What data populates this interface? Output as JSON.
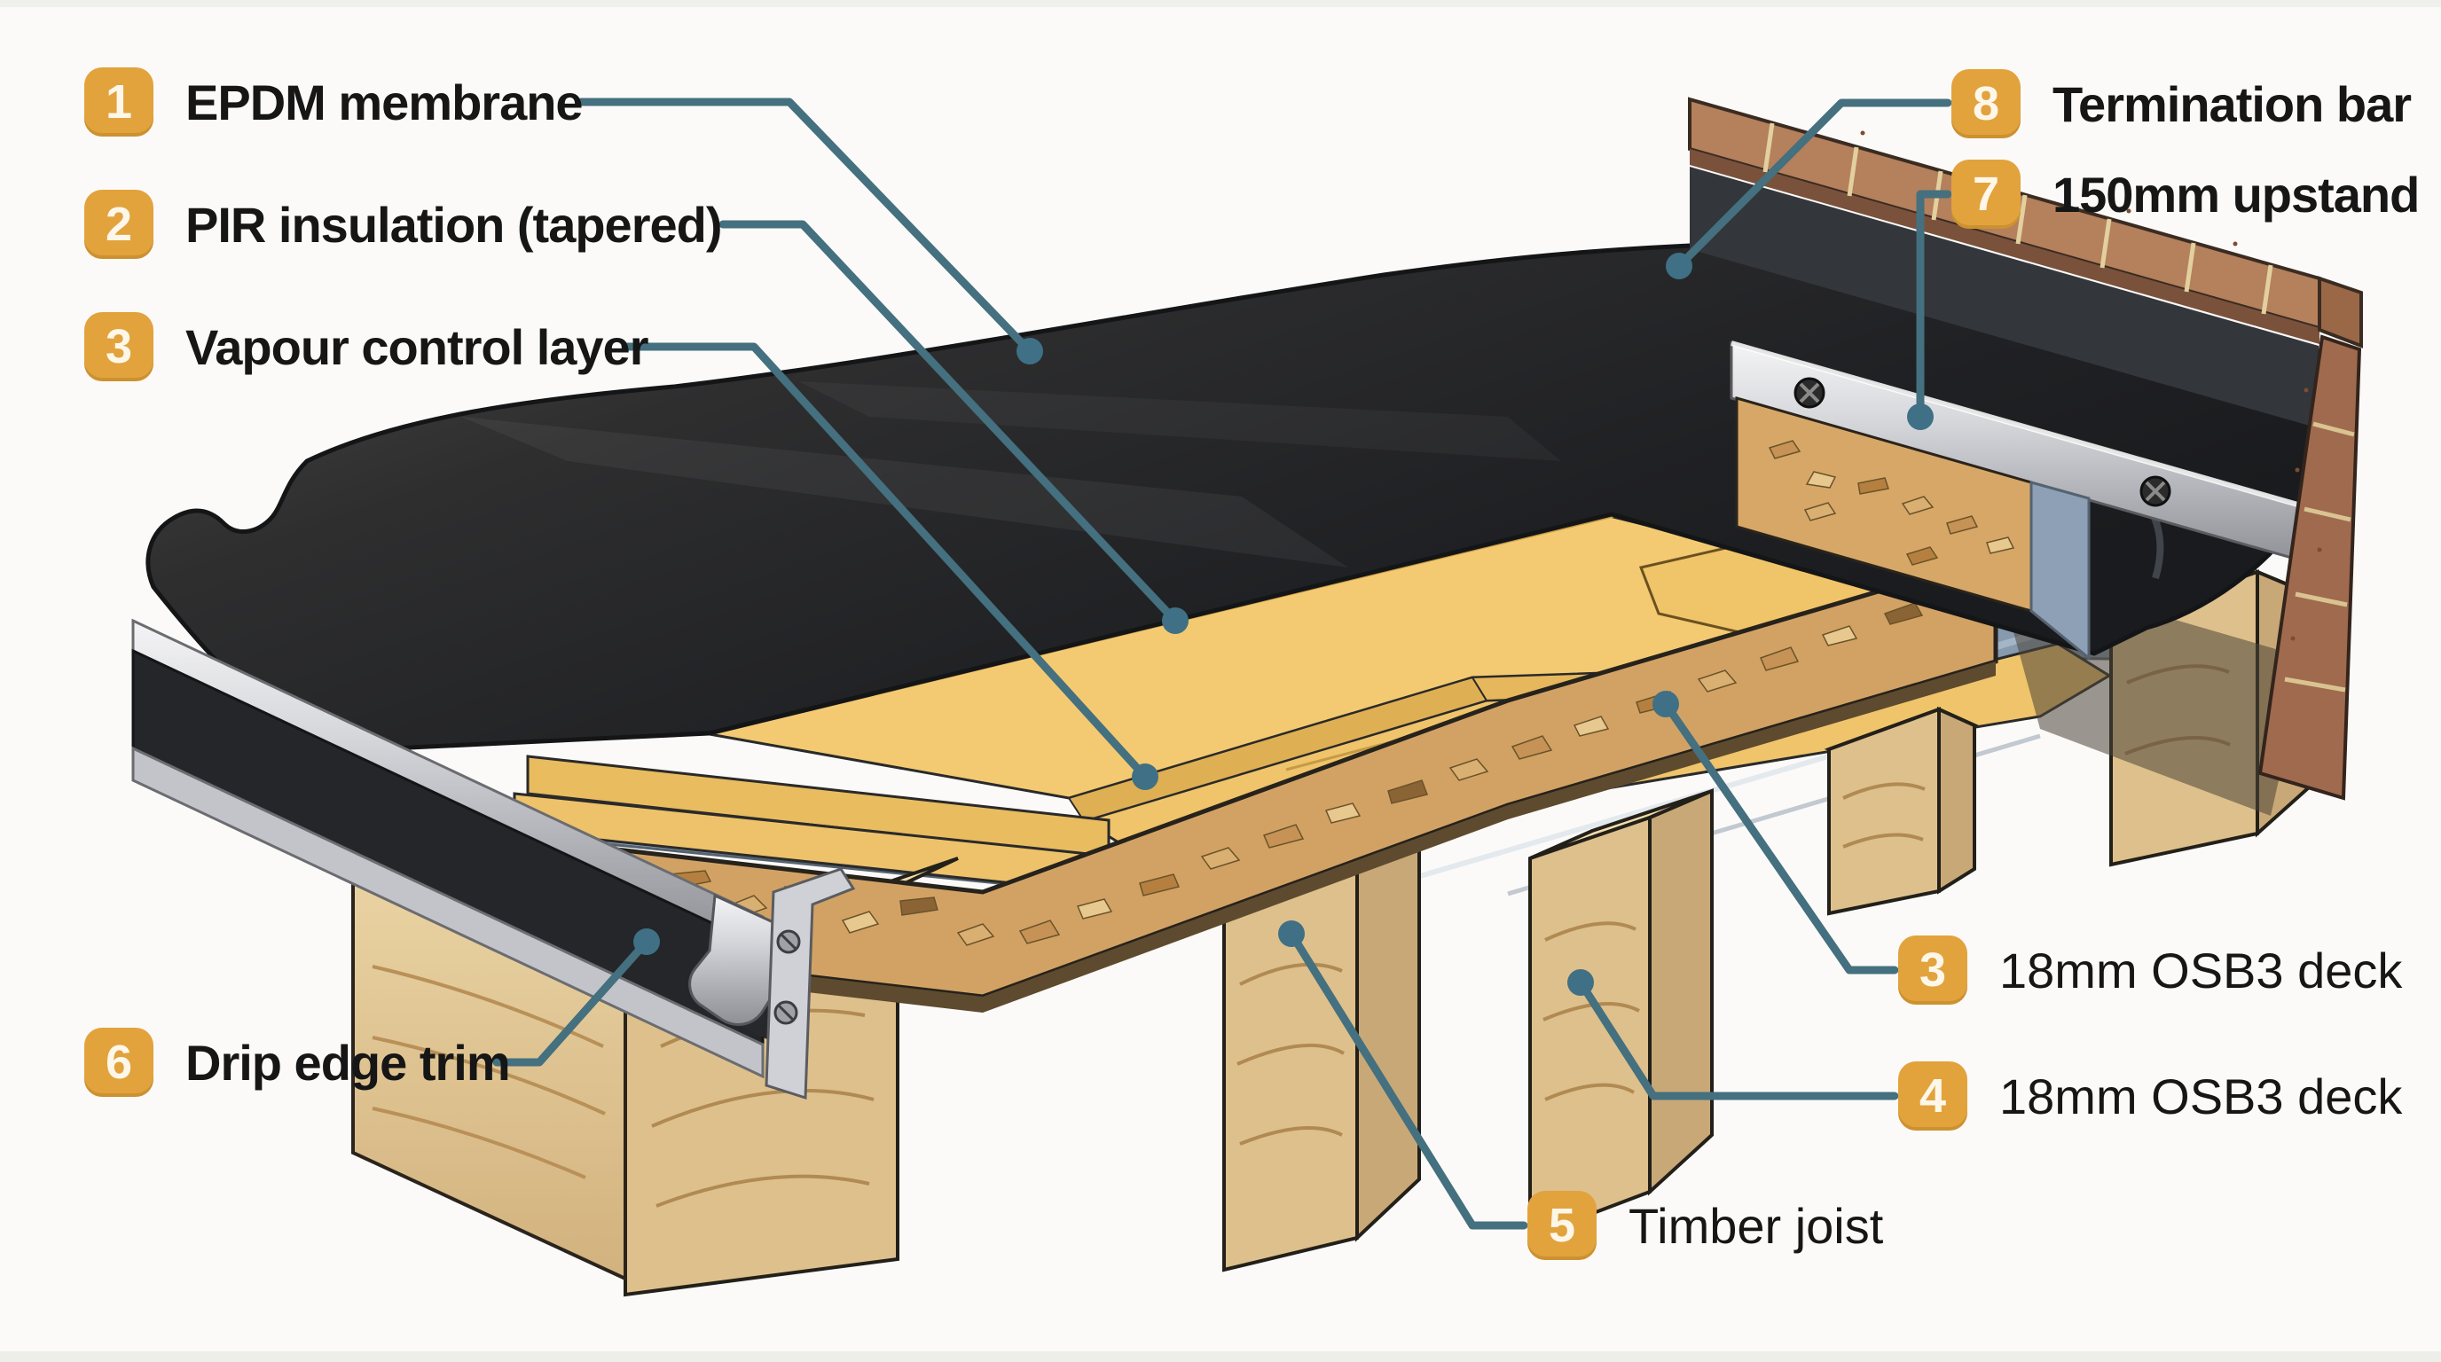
{
  "diagram": {
    "subject": "EPDM flat roof edge construction cutaway",
    "labels": {
      "left": [
        {
          "num": "1",
          "text": "EPDM membrane"
        },
        {
          "num": "2",
          "text": "PIR insulation (tapered)"
        },
        {
          "num": "3",
          "text": "Vapour control layer"
        },
        {
          "num": "6",
          "text": "Drip edge trim"
        }
      ],
      "right_top": [
        {
          "num": "8",
          "text": "Termination bar"
        },
        {
          "num": "7",
          "text": "150mm upstand"
        }
      ],
      "right_bottom": [
        {
          "num": "3",
          "text": "18mm OSB3 deck"
        },
        {
          "num": "4",
          "text": "18mm OSB3 deck"
        },
        {
          "num": "5",
          "text": "Timber joist"
        }
      ]
    },
    "colors": {
      "badge": "#e2a33d",
      "leader": "#44707f",
      "membrane": "#26282b",
      "insulation": "#f3ca72",
      "vcl": "#8fa2b6",
      "osb": "#d2a265",
      "timber": "#dec08c",
      "brick": "#a06a4e",
      "metal": "#c9cbd1",
      "background": "#fbfaf8"
    }
  }
}
